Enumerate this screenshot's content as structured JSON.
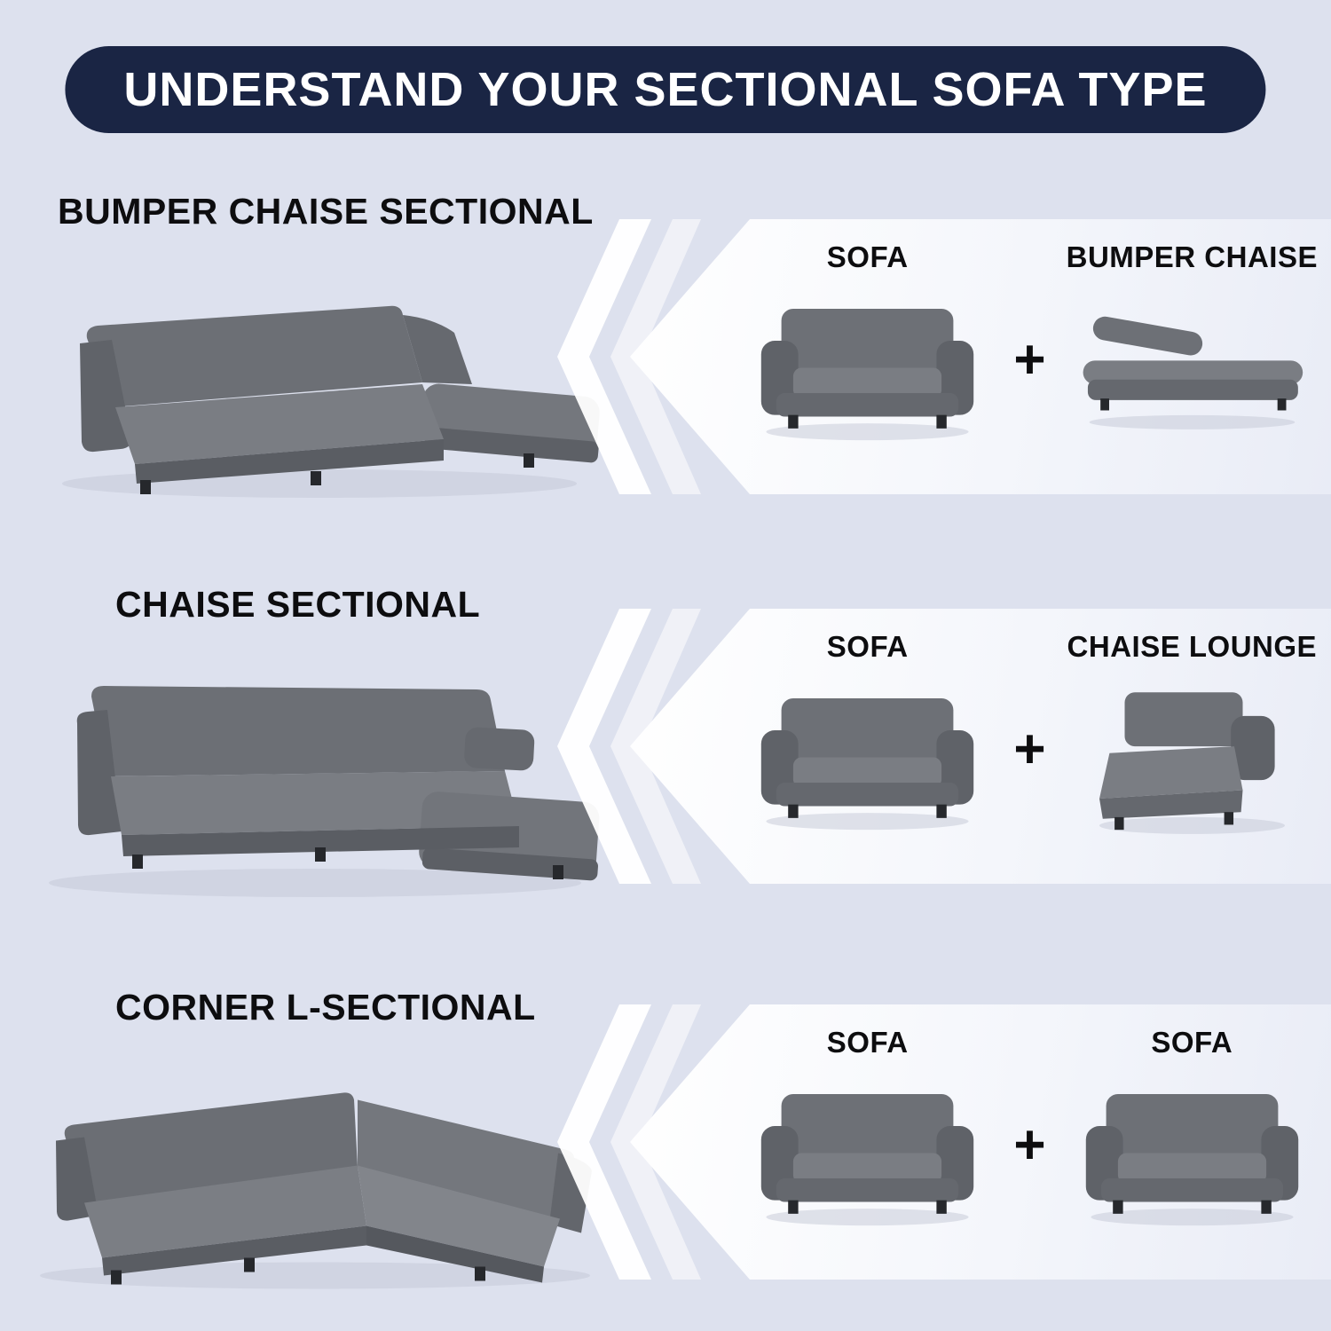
{
  "header": {
    "title": "UNDERSTAND YOUR SECTIONAL SOFA TYPE"
  },
  "plus_sign": "+",
  "colors": {
    "background": "#dde1ee",
    "banner_bg": "#1a2544",
    "banner_text": "#ffffff",
    "panel_bg": "#f6f8fc",
    "label_text": "#0d0d0f",
    "sofa_gray": "#6d7076",
    "chevron": "#ffffff"
  },
  "sections": [
    {
      "label": "BUMPER CHAISE SECTIONAL",
      "main_icon": "bumper-chaise-sectional-sofa-icon",
      "parts": [
        {
          "label": "SOFA",
          "icon": "sofa-icon"
        },
        {
          "label": "BUMPER CHAISE",
          "icon": "bumper-chaise-icon"
        }
      ]
    },
    {
      "label": "CHAISE SECTIONAL",
      "main_icon": "chaise-sectional-sofa-icon",
      "parts": [
        {
          "label": "SOFA",
          "icon": "sofa-icon"
        },
        {
          "label": "CHAISE LOUNGE",
          "icon": "chaise-lounge-icon"
        }
      ]
    },
    {
      "label": "CORNER L-SECTIONAL",
      "main_icon": "corner-l-sectional-sofa-icon",
      "parts": [
        {
          "label": "SOFA",
          "icon": "sofa-icon"
        },
        {
          "label": "SOFA",
          "icon": "sofa-icon"
        }
      ]
    }
  ]
}
